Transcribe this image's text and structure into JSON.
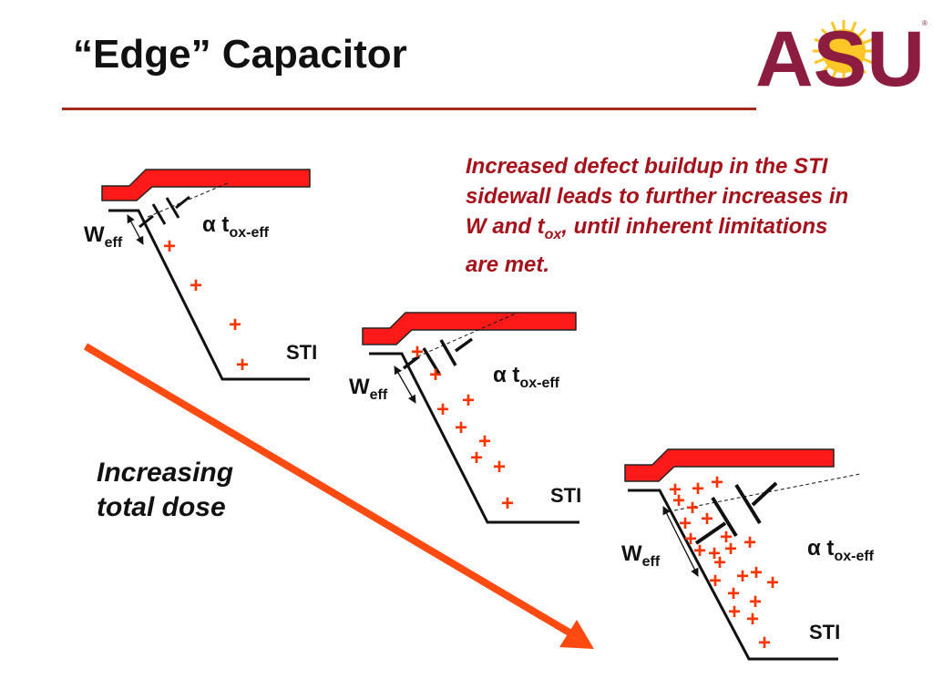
{
  "slide": {
    "title": "“Edge” Capacitor",
    "logo_text": "ASU",
    "description": {
      "part1": "Increased defect buildup in the STI sidewall leads to further increases in W and t",
      "sub": "ox",
      "part2": ", until inherent limitations are met."
    },
    "dose_label": {
      "line1": "Increasing",
      "line2": "total dose"
    }
  },
  "labels": {
    "w_main": "W",
    "w_sub": "eff",
    "alpha": "α",
    "t_main": " t",
    "t_sub": "ox-eff",
    "sti": "STI"
  },
  "colors": {
    "title_rule": "#a52a1e",
    "logo_maroon": "#8c1d40",
    "logo_gold": "#ffc627",
    "text_red": "#a5121b",
    "gate_red": "#ff1a1a",
    "arrow": "#ff4a12",
    "plus": "#ff3300"
  }
}
